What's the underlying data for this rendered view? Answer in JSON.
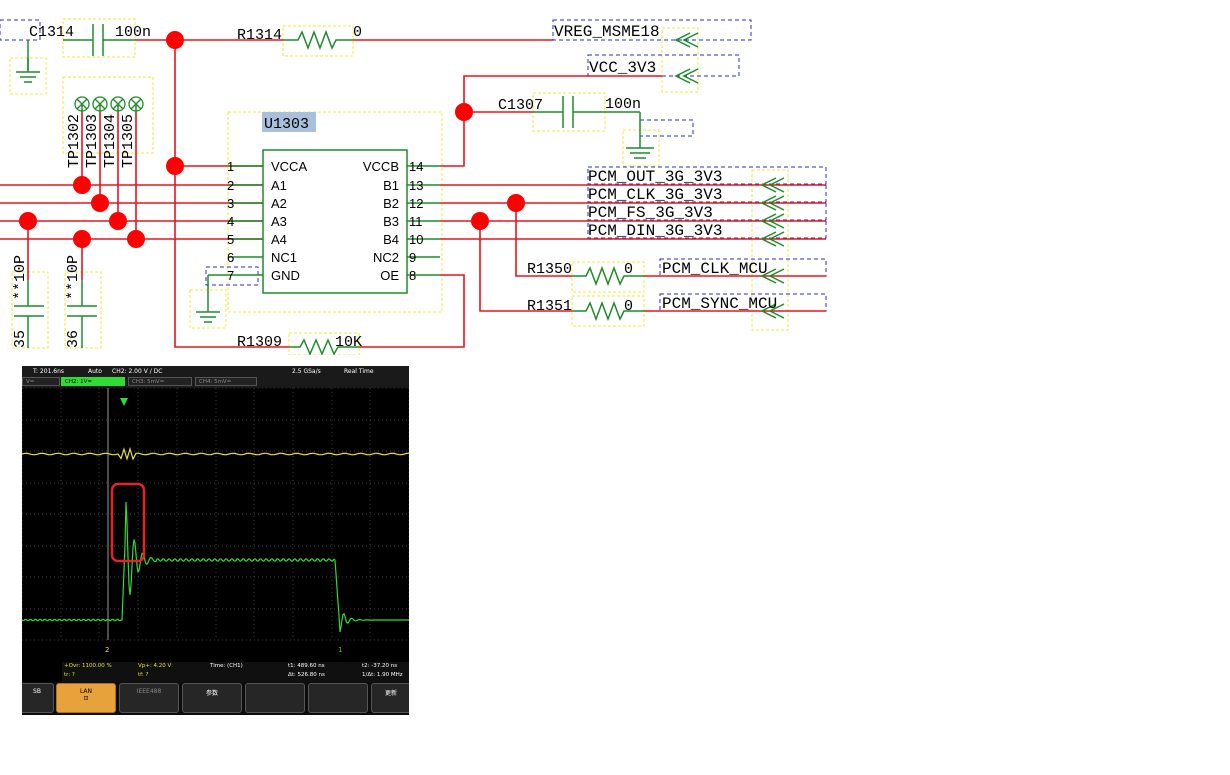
{
  "schematic": {
    "chip": {
      "ref": "U1303",
      "left_pins": [
        {
          "num": "1",
          "name": "VCCA"
        },
        {
          "num": "2",
          "name": "A1"
        },
        {
          "num": "3",
          "name": "A2"
        },
        {
          "num": "4",
          "name": "A3"
        },
        {
          "num": "5",
          "name": "A4"
        },
        {
          "num": "6",
          "name": "NC1"
        },
        {
          "num": "7",
          "name": "GND"
        }
      ],
      "right_pins": [
        {
          "num": "14",
          "name": "VCCB"
        },
        {
          "num": "13",
          "name": "B1"
        },
        {
          "num": "12",
          "name": "B2"
        },
        {
          "num": "11",
          "name": "B3"
        },
        {
          "num": "10",
          "name": "B4"
        },
        {
          "num": "9",
          "name": "NC2"
        },
        {
          "num": "8",
          "name": "OE"
        }
      ]
    },
    "components": {
      "c1314": {
        "ref": "C1314",
        "value": "100n"
      },
      "r1314": {
        "ref": "R1314",
        "value": "0"
      },
      "c1307": {
        "ref": "C1307",
        "value": "100n"
      },
      "r1309": {
        "ref": "R1309",
        "value": "10K"
      },
      "r1350": {
        "ref": "R1350",
        "value": "0"
      },
      "r1351": {
        "ref": "R1351",
        "value": "0"
      },
      "cap_left_1": {
        "ref": "35",
        "value": "**10P"
      },
      "cap_left_2": {
        "ref": "36",
        "value": "**10P"
      }
    },
    "testpoints": [
      "TP1302",
      "TP1303",
      "TP1304",
      "TP1305"
    ],
    "nets": {
      "vreg": "VREG_MSME18",
      "vcc": "VCC_3V3",
      "pcm_out": "PCM_OUT_3G_3V3",
      "pcm_clk": "PCM_CLK_3G_3V3",
      "pcm_fs": "PCM_FS_3G_3V3",
      "pcm_din": "PCM_DIN_3G_3V3",
      "pcm_clk_mcu": "PCM_CLK_MCU",
      "pcm_sync_mcu": "PCM_SYNC_MCU"
    },
    "colors": {
      "wire": "#e8131f",
      "junction": "#ff0000",
      "component": "#1f8a2a",
      "dashed_box": "#f2e83c",
      "net_box": "#2a2ad0"
    }
  },
  "scope": {
    "header": {
      "timebase": "T: 201.6ns",
      "trigger_mode": "Auto",
      "trigger": "CH2: 2.00 V / DC",
      "sample_rate": "2.5 GSa/s",
      "acq_mode": "Real Time"
    },
    "channel_tabs": [
      "V=",
      "CH2: 1V=",
      "CH3: 5mV=",
      "CH4: 5mV="
    ],
    "marker_labels": {
      "cursor1": "2",
      "cursor2": "1"
    },
    "measurements": {
      "ovr": "+Ovr: 1100.00 %",
      "vpp": "Vp+: 4.20 V",
      "time_src": "Time: (CH1)",
      "t1": "t1: 489.60 ns",
      "t2": "t2: -37.20 ns",
      "tr": "tr: ?",
      "tf": "tf: ?",
      "dt": "Δt: 526.80 ns",
      "inv_dt": "1/Δt: 1.90 MHz"
    },
    "buttons": [
      "SB",
      "LAN",
      "IEEE488",
      "参数",
      "",
      "",
      "更新"
    ],
    "colors": {
      "ch1": "#e8e23a",
      "ch2": "#2fdc35",
      "highlight": "#e8202a",
      "lan_button": "#e8a23c"
    }
  }
}
